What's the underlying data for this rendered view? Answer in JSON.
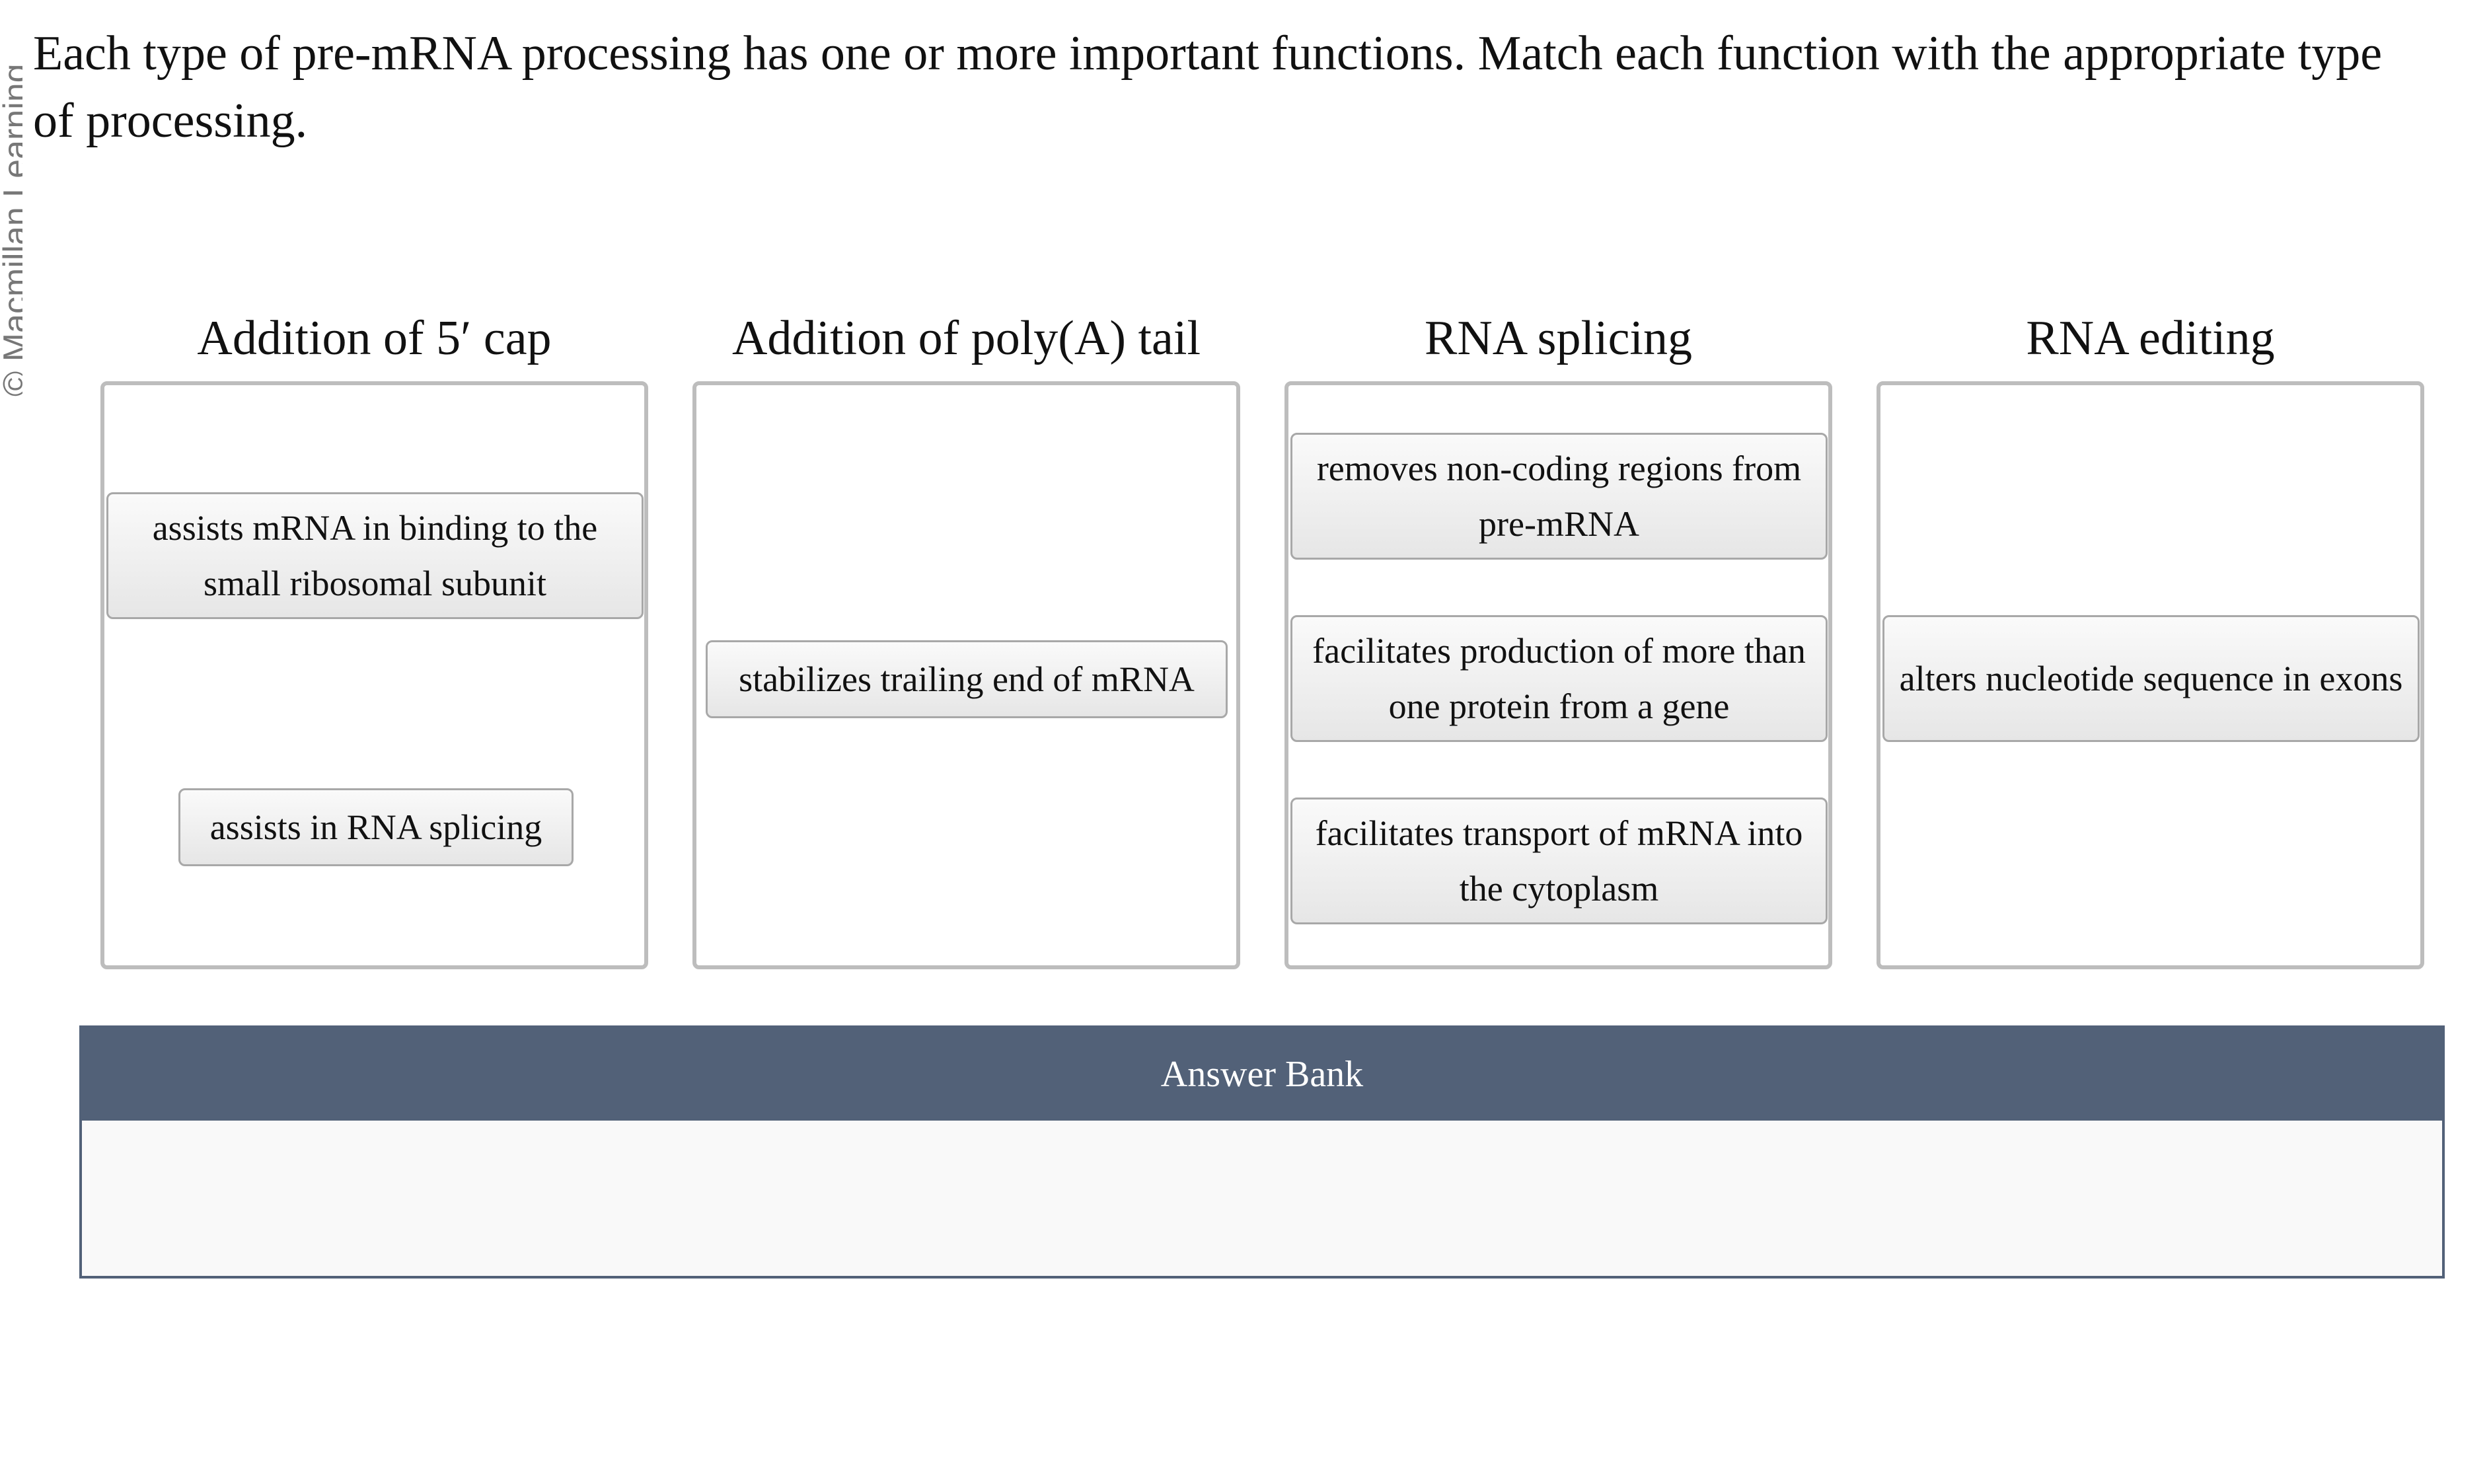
{
  "watermark": "© Macmillan Learning",
  "prompt": "Each type of pre-mRNA processing has one or more important functions. Match each function with the appropriate type of processing.",
  "columns": [
    {
      "title": "Addition of 5′ cap",
      "cards": [
        "assists mRNA in binding to the small ribosomal subunit",
        "assists in RNA splicing"
      ]
    },
    {
      "title": "Addition of poly(A) tail",
      "cards": [
        "stabilizes trailing end of mRNA"
      ]
    },
    {
      "title": "RNA splicing",
      "cards": [
        "removes non-coding regions from pre-mRNA",
        "facilitates production of more than one protein from a gene",
        "facilitates transport of mRNA into the cytoplasm"
      ]
    },
    {
      "title": "RNA editing",
      "cards": [
        "alters nucleotide sequence in exons"
      ]
    }
  ],
  "answer_bank": {
    "title": "Answer Bank"
  }
}
